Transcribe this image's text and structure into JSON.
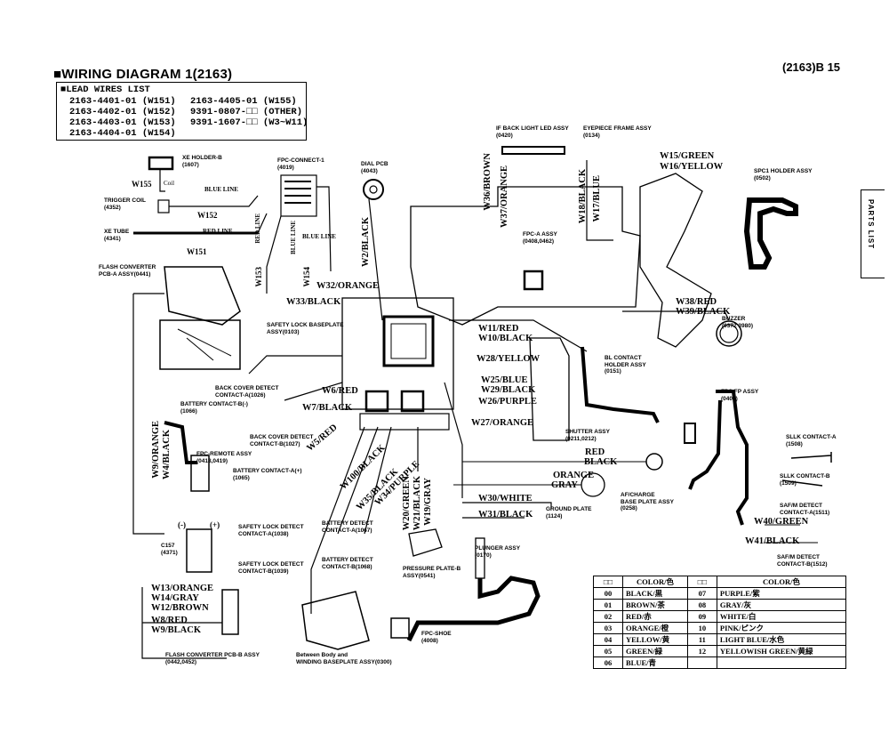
{
  "header": {
    "title": "WIRING DIAGRAM 1(2163)",
    "page_number": "(2163)B 15",
    "side_tab": "PARTS LIST"
  },
  "lead_wires": {
    "heading": "LEAD WIRES LIST",
    "left": [
      "2163-4401-01 (W151)",
      "2163-4402-01 (W152)",
      "2163-4403-01 (W153)",
      "2163-4404-01 (W154)"
    ],
    "right": [
      "2163-4405-01 (W155)",
      "9391-0807-□□ (OTHER)",
      "9391-1607-□□ (W3~W11)"
    ]
  },
  "components": {
    "xe_holder": "XE HOLDER-B\n(1607)",
    "fpc_connect": "FPC-CONNECT-1\n(4019)",
    "dial_pcb": "DIAL PCB\n(4043)",
    "if_back_light": "IF BACK LIGHT LED ASSY\n(0420)",
    "eyepiece": "EYEPIECE FRAME ASSY\n(0134)",
    "spc1": "SPC1 HOLDER ASSY\n(0502)",
    "trigger_coil": "TRIGGER COIL\n(4352)",
    "xe_tube": "XE TUBE\n(4341)",
    "flash_converter_a": "FLASH CONVERTER\nPCB-A ASSY(0441)",
    "fpc_a": "FPC-A ASSY\n(0408,0462)",
    "buzzer": "BUZZER\n(0372 3980)",
    "safety_lock_base": "SAFETY LOCK BASEPLATE\nASSY(0103)",
    "back_cover_a": "BACK COVER DETECT\nCONTACT-A(1026)",
    "battery_b": "BATTERY CONTACT-B(-)\n(1066)",
    "back_cover_b": "BACK COVER DETECT\nCONTACT-B(1027)",
    "bl_contact": "BL CONTACT\nHOLDER ASSY\n(0151)",
    "fpc_fp": "FPC FP ASSY\n(0406)",
    "shutter": "SHUTTER ASSY\n(0211,0212)",
    "sllk_a": "SLLK CONTACT-A\n(1508)",
    "fpc_remote": "FPC-REMOTE ASSY\n(0418,0419)",
    "battery_a": "BATTERY CONTACT-A(+)\n(1065)",
    "af_charge": "AF/CHARGE\nBASE PLATE ASSY\n(0258)",
    "sllk_b": "SLLK CONTACT-B\n(1509)",
    "saf_m_a": "SAF/M DETECT\nCONTACT-A(1511)",
    "ground_plate": "GROUND PLATE\n(1124)",
    "safety_lock_a": "SAFETY LOCK DETECT\nCONTACT-A(1038)",
    "battery_detect": "BATTERY DETECT\nCONTACT-A(1067)",
    "c157": "C157\n(4371)",
    "safety_lock_b": "SAFETY LOCK DETECT\nCONTACT-B(1039)",
    "battery_detect_b": "BATTERY DETECT\nCONTACT-B(1068)",
    "pressure_plate": "PRESSURE PLATE-B\nASSY(0541)",
    "plunger": "PLUNGER ASSY\n(0170)",
    "saf_m_b": "SAF/M DETECT\nCONTACT-B(1512)",
    "fpc_shoe": "FPC-SHOE\n(4008)",
    "flash_converter_b": "FLASH CONVERTER PCB-B ASSY\n(0442,0452)",
    "winding": "Between Body and\nWINDING BASEPLATE ASSY(0300)"
  },
  "wires": {
    "w155": "W155",
    "coil": "Coil",
    "w152": "W152",
    "w151": "W151",
    "blue_line_1": "BLUE LINE",
    "red_line_1": "RED LINE",
    "red_line_v": "RED LINE",
    "blue_line_v": "BLUE LINE",
    "blue_line_2": "BLUE LINE",
    "w153": "W153",
    "w154": "W154",
    "w32": "W32/ORANGE",
    "w33": "W33/BLACK",
    "w2": "W2/BLACK",
    "w36": "W36/BROWN",
    "w37": "W37/ORANGE",
    "w18": "W18/BLACK",
    "w17": "W17/BLUE",
    "w15": "W15/GREEN",
    "w16": "W16/YELLOW",
    "w38": "W38/RED",
    "w39": "W39/BLACK",
    "w11": "W11/RED",
    "w10": "W10/BLACK",
    "w28": "W28/YELLOW",
    "w25": "W25/BLUE",
    "w29b": "W29/BLACK",
    "w26": "W26/PURPLE",
    "w27": "W27/ORANGE",
    "w6": "W6/RED",
    "w7": "W7/BLACK",
    "w5": "W5/RED",
    "w9": "W9/ORANGE",
    "w4": "W4/BLACK",
    "w100": "W100/BLACK",
    "w35": "W35/BLACK",
    "w34": "W34/PURPLE",
    "w20": "W20/GREEN",
    "w21": "W21/BLACK",
    "w19": "W19/GRAY",
    "red": "RED",
    "black": "BLACK",
    "orange": "ORANGE",
    "gray": "GRAY",
    "w30": "W30/WHITE",
    "w31": "W31/BLACK",
    "w40": "W40/GREEN",
    "w41": "W41/BLACK",
    "w13": "W13/ORANGE",
    "w14": "W14/GRAY",
    "w12": "W12/BROWN",
    "w8": "W8/RED",
    "w9b": "W9/BLACK",
    "minus": "(-)",
    "plus": "(+)"
  },
  "color_table": {
    "headers": [
      "□□",
      "COLOR/色",
      "□□",
      "COLOR/色"
    ],
    "rows": [
      [
        "00",
        "BLACK/黒",
        "07",
        "PURPLE/紫"
      ],
      [
        "01",
        "BROWN/茶",
        "08",
        "GRAY/灰"
      ],
      [
        "02",
        "RED/赤",
        "09",
        "WHITE/白"
      ],
      [
        "03",
        "ORANGE/橙",
        "10",
        "PINK/ピンク"
      ],
      [
        "04",
        "YELLOW/黄",
        "11",
        "LIGHT BLUE/水色"
      ],
      [
        "05",
        "GREEN/緑",
        "12",
        "YELLOWISH GREEN/黄緑"
      ],
      [
        "06",
        "BLUE/青",
        "",
        ""
      ]
    ]
  }
}
